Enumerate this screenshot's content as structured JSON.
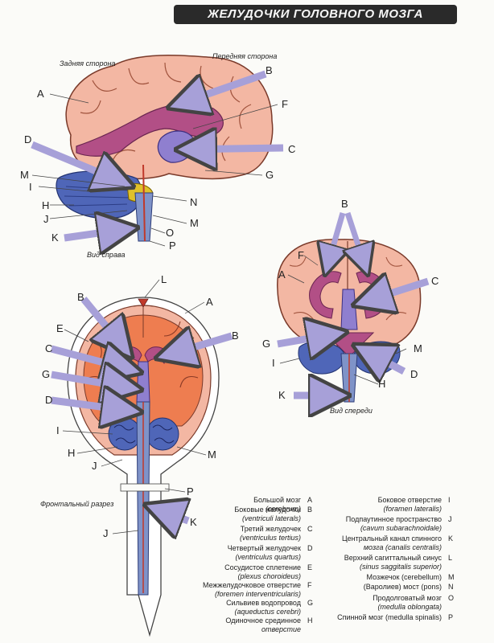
{
  "title": "ЖЕЛУДОЧКИ ГОЛОВНОГО МОЗГА",
  "captions": {
    "back_side": "Задняя сторона",
    "front_side": "Передняя сторона",
    "right_view": "Вид справа",
    "front_view": "Вид спереди",
    "frontal_section": "Фронтальный разрез"
  },
  "letters": {
    "A": "A",
    "B": "B",
    "C": "C",
    "D": "D",
    "E": "E",
    "F": "F",
    "G": "G",
    "H": "H",
    "I": "I",
    "J": "J",
    "K": "K",
    "L": "L",
    "M": "M",
    "N": "N",
    "O": "O",
    "P": "P"
  },
  "legend": [
    {
      "ru": "Большой мозг",
      "la": "(cerebrum)",
      "letter": "A"
    },
    {
      "ru": "Боковые желудочки",
      "la": "(ventriculi laterals)",
      "letter": "B"
    },
    {
      "ru": "Третий желудочек",
      "la": "(ventriculus tertius)",
      "letter": "C"
    },
    {
      "ru": "Четвертый желудочек",
      "la": "(ventriculus quartus)",
      "letter": "D"
    },
    {
      "ru": "Сосудистое сплетение",
      "la": "(plexus choroideus)",
      "letter": "E"
    },
    {
      "ru": "Межжелудочковое отверстие",
      "la": "(foremen interventricularis)",
      "letter": "F"
    },
    {
      "ru": "Сильвиев водопровод",
      "la": "(aqueductus cerebri)",
      "letter": "G"
    },
    {
      "ru": "Одиночное срединное",
      "la": "отверстие",
      "letter": "H"
    },
    {
      "ru": "Боковое отверстие",
      "la": "(foramen lateralis)",
      "letter": "I"
    },
    {
      "ru": "Подпаутинное пространство",
      "la": "(cavum subarachnoidale)",
      "letter": "J"
    },
    {
      "ru": "Центральный канал спинного",
      "la": "мозга (canalis centralis)",
      "letter": "K"
    },
    {
      "ru": "Верхний сагиттальный синус",
      "la": "(sinus saggitalis superior)",
      "letter": "L"
    },
    {
      "ru": "Мозжечок (cerebellum)",
      "la": "",
      "letter": "M"
    },
    {
      "ru": "(Варолиев) мост (pons)",
      "la": "",
      "letter": "N"
    },
    {
      "ru": "Продолговатый мозг",
      "la": "(medulla oblongata)",
      "letter": "O"
    },
    {
      "ru": "Спинной мозг (medulla spinalis)",
      "la": "",
      "letter": "P"
    }
  ],
  "colors": {
    "cerebrum": "#f3b7a3",
    "cortex_line": "#9a4a3a",
    "ventricle_purple": "#8f7fcf",
    "ventricle_magenta": "#b24f86",
    "cerebellum": "#4f66b8",
    "brainstem": "#7f93c8",
    "pons": "#e0c12a",
    "arrow": "#a7a0d8",
    "section_orange": "#ee7d50"
  }
}
